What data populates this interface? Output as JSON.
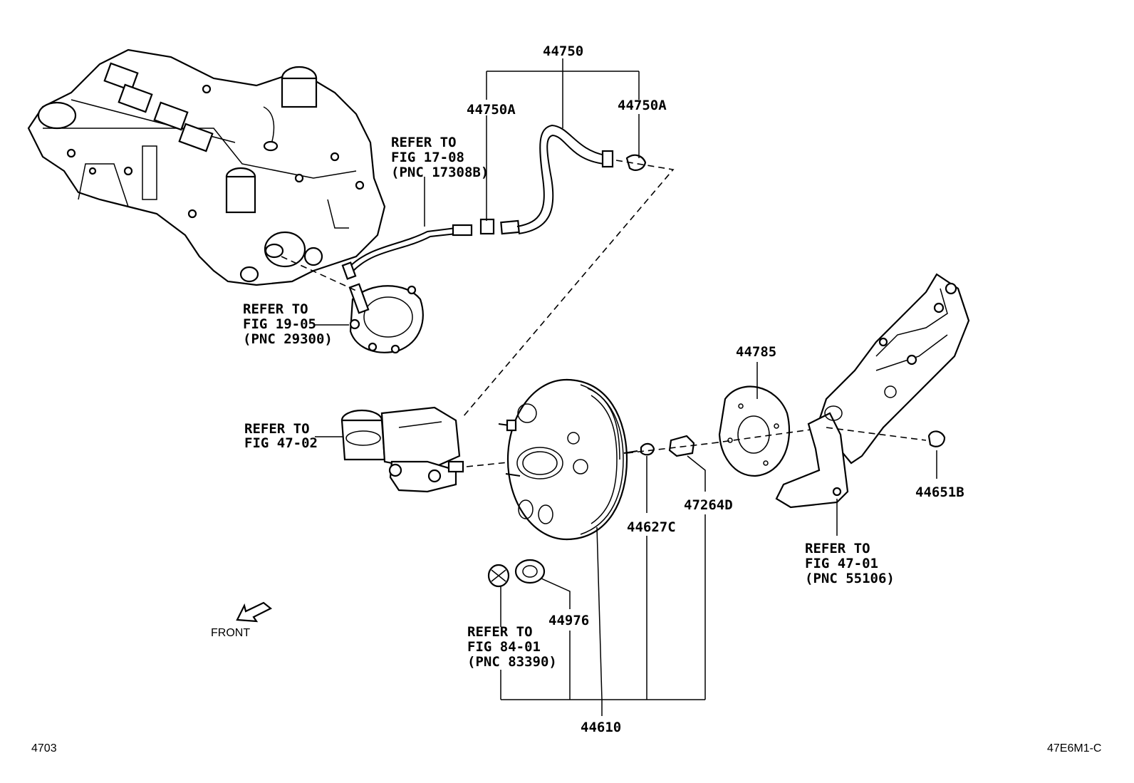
{
  "parts": {
    "p44750": "44750",
    "p44750A_left": "44750A",
    "p44750A_right": "44750A",
    "p44785": "44785",
    "p44651B": "44651B",
    "p47264D": "47264D",
    "p44627C": "44627C",
    "p44976": "44976",
    "p44610": "44610"
  },
  "references": {
    "fig1708": [
      "REFER TO",
      "FIG 17-08",
      "(PNC 17308B)"
    ],
    "fig1905": [
      "REFER TO",
      "FIG 19-05",
      "(PNC 29300)"
    ],
    "fig4702": [
      "REFER TO",
      "FIG 47-02"
    ],
    "fig4701": [
      "REFER TO",
      "FIG 47-01",
      "(PNC 55106)"
    ],
    "fig8401": [
      "REFER TO",
      "FIG 84-01",
      "(PNC 83390)"
    ]
  },
  "front_label": "FRONT",
  "footer": {
    "left_code": "4703",
    "right_code": "47E6M1-C"
  }
}
